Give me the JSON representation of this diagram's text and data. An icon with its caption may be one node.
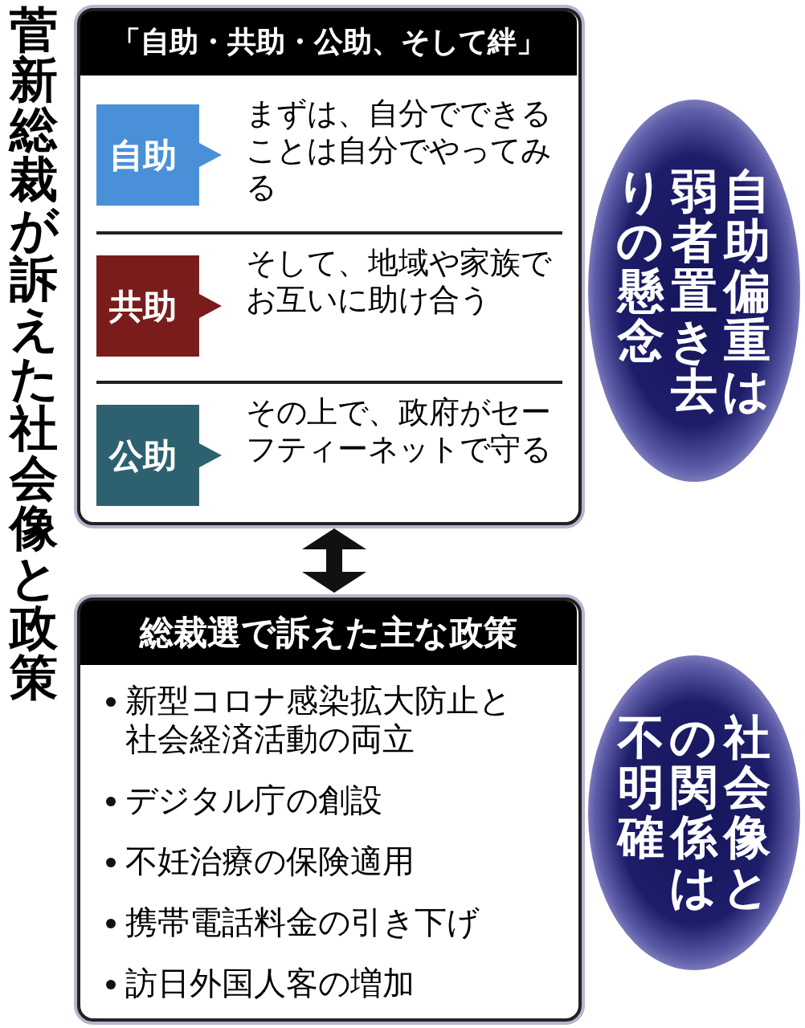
{
  "diagram": {
    "title": "菅新総裁が訴えた社会像と政策",
    "nodes": [
      {
        "text": [
          "「自助・共助・公助、そして絆」"
        ]
      },
      {
        "text": [
          "自助"
        ],
        "in": 0,
        "beside": [
          "まずは、自分でできることは自分でやってみる"
        ]
      },
      {
        "text": [
          "共助"
        ],
        "in": 0,
        "beside": [
          "そして、地域や家族でお互いに助け合う"
        ]
      },
      {
        "text": [
          "公助"
        ],
        "in": 0,
        "beside": [
          "その上で、政府がセーフティーネットで守る"
        ]
      },
      {
        "text": [
          "総裁選で訴えた主な政策",
          "新型コロナ感染拡大防止と社会経済活動の両立",
          "デジタル庁の創設",
          "不妊治療の保険適用",
          "携帯電話料金の引き下げ",
          "訪日外国人客の増加"
        ]
      },
      {
        "text": [
          "自助偏重は弱者置き去りの懸念"
        ]
      },
      {
        "text": [
          "社会像との関係は不明確"
        ]
      }
    ],
    "edges": [
      {
        "from": 0,
        "to": 4,
        "arrow": "both",
        "style": "thick"
      }
    ]
  }
}
